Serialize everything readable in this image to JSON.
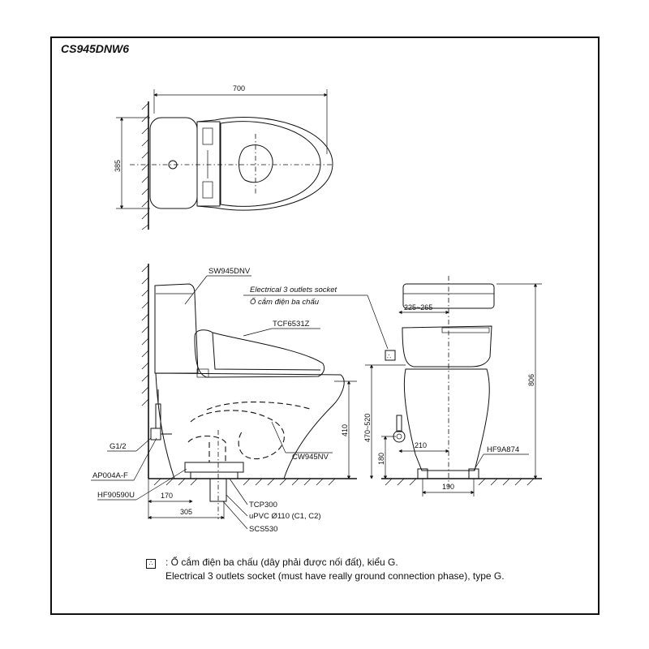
{
  "model_code": "CS945DNW6",
  "dimensions": {
    "top_width": "700",
    "top_depth": "385",
    "side_height": "410",
    "front_height": "806",
    "inlet_height": "470~520",
    "inlet_offset": "180",
    "socket_offset": "225~265",
    "inlet_center": "210",
    "foot_width": "190",
    "wall_to_pipe": "170",
    "wall_to_center": "305"
  },
  "labels": {
    "tank": "SW945DNV",
    "socket_en": "Electrical 3 outlets socket",
    "socket_vi": "Ổ cắm điện ba chấu",
    "seat": "TCF6531Z",
    "bowl": "CW945NV",
    "valve": "G1/2",
    "angle_valve": "AP004A-F",
    "hose": "HF90590U",
    "flange": "TCP300",
    "pipe": "uPVC Ø110 (C1, C2)",
    "seal": "SCS530",
    "front_part": "HF9A874"
  },
  "notes": {
    "symbol": "∴",
    "line1": ": Ổ cắm điện ba chấu (dây phải được nối đất), kiểu G.",
    "line2": "Electrical 3 outlets socket (must have really ground connection phase), type G."
  }
}
